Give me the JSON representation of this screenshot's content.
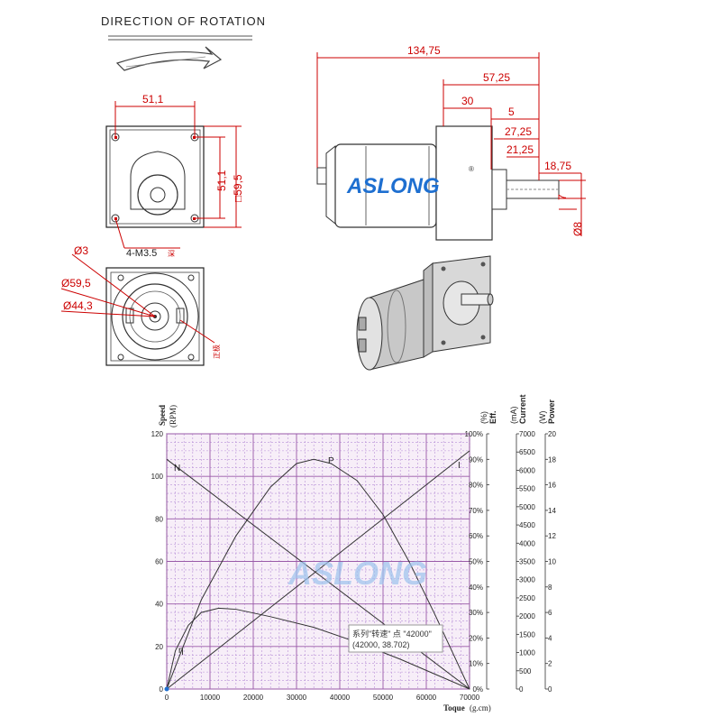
{
  "header": {
    "title": "DIRECTION OF ROTATION"
  },
  "brand": {
    "name": "ASLONG",
    "reg": "®",
    "color": "#1e6fd0",
    "accent": "#f0a020"
  },
  "front_view": {
    "width_dim": "51,1",
    "height_dim": "51,1",
    "square_dim": "□59,5",
    "hole_note": "4-M3.5",
    "hole_note_suffix": "深"
  },
  "rear_view": {
    "d3": "Ø3",
    "d595": "Ø59,5",
    "d443": "Ø44,3",
    "term": "正极"
  },
  "side_view": {
    "total_length": "134,75",
    "gear_length": "57,25",
    "d30": "30",
    "d5": "5",
    "d2725": "27,25",
    "d2125": "21,25",
    "d1875": "18,75",
    "d7": "7",
    "d8": "Ø8"
  },
  "chart_data": {
    "type": "line",
    "xlabel": "Toque",
    "xunit": "(g.cm)",
    "ylabel_left": "Speed",
    "ylabel_left_unit": "(RPM)",
    "right_axes": [
      {
        "label": "Eff.",
        "unit": "(%)",
        "ticks": [
          "0%",
          "10%",
          "20%",
          "30%",
          "40%",
          "50%",
          "60%",
          "70%",
          "80%",
          "90%",
          "100%"
        ]
      },
      {
        "label": "Current",
        "unit": "(mA)",
        "ticks": [
          "0",
          "500",
          "1000",
          "1500",
          "2000",
          "2500",
          "3000",
          "3500",
          "4000",
          "4500",
          "5000",
          "5500",
          "6000",
          "6500",
          "7000"
        ]
      },
      {
        "label": "Power",
        "unit": "(W)",
        "ticks": [
          "0",
          "2",
          "4",
          "6",
          "8",
          "10",
          "12",
          "14",
          "16",
          "18",
          "20"
        ]
      }
    ],
    "xlim": [
      0,
      70000
    ],
    "ylim": [
      0,
      120
    ],
    "x_ticks": [
      "0",
      "10000",
      "20000",
      "30000",
      "40000",
      "50000",
      "60000",
      "70000"
    ],
    "y_ticks": [
      "0",
      "20",
      "40",
      "60",
      "80",
      "100",
      "120"
    ],
    "grid": true,
    "curve_labels": {
      "N": "N",
      "P": "P",
      "I": "I",
      "eta": "η"
    },
    "series": [
      {
        "key": "N",
        "points": [
          [
            0,
            108
          ],
          [
            70000,
            0
          ]
        ]
      },
      {
        "key": "I",
        "points": [
          [
            0,
            0
          ],
          [
            70000,
            112
          ]
        ]
      },
      {
        "key": "P",
        "points": [
          [
            0,
            0
          ],
          [
            8000,
            42
          ],
          [
            16000,
            72
          ],
          [
            24000,
            95
          ],
          [
            30000,
            106
          ],
          [
            34000,
            108
          ],
          [
            38000,
            106
          ],
          [
            44000,
            98
          ],
          [
            50000,
            82
          ],
          [
            56000,
            60
          ],
          [
            62000,
            35
          ],
          [
            70000,
            0
          ]
        ]
      },
      {
        "key": "eta",
        "points": [
          [
            0,
            0
          ],
          [
            2000,
            18
          ],
          [
            5000,
            30
          ],
          [
            8000,
            36
          ],
          [
            12000,
            38
          ],
          [
            16000,
            37.5
          ],
          [
            24000,
            34
          ],
          [
            34000,
            29
          ],
          [
            44000,
            22
          ],
          [
            54000,
            14
          ],
          [
            62000,
            7
          ],
          [
            70000,
            0
          ]
        ]
      }
    ],
    "tooltip": {
      "series_line": "系列\"转速\" 点 \"42000\"",
      "value_line": "(42000, 38.702)"
    }
  }
}
